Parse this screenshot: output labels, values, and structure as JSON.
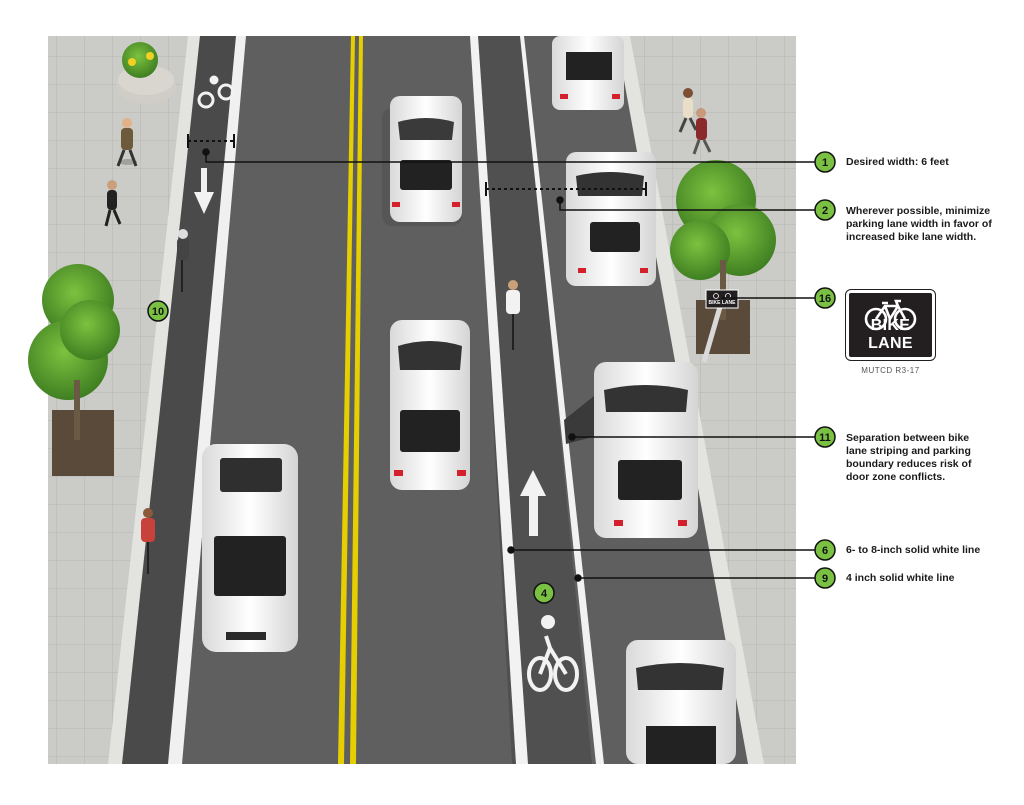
{
  "colors": {
    "callout_green": "#7ac143",
    "asphalt": "#5e5e5e",
    "bike_lane_surface": "#4e4e4e",
    "sidewalk": "#c9c9c6",
    "center_line": "#e8d100",
    "lane_line": "#f2f2f2",
    "sign_background": "#231f20"
  },
  "callouts": [
    {
      "number": "1",
      "text": "Desired width: 6 feet"
    },
    {
      "number": "2",
      "text": "Wherever possible, minimize parking lane width in favor of increased bike lane width."
    },
    {
      "number": "16",
      "text": ""
    },
    {
      "number": "11",
      "text": "Separation between bike lane striping and parking boundary reduces risk of door zone conflicts."
    },
    {
      "number": "6",
      "text": "6- to 8-inch solid white line"
    },
    {
      "number": "9",
      "text": "4 inch solid white line"
    },
    {
      "number": "10",
      "text": ""
    },
    {
      "number": "4",
      "text": ""
    }
  ],
  "sign": {
    "text": "BIKE LANE",
    "caption": "MUTCD R3-17",
    "icon": "bicycle-icon"
  },
  "roadway_icons": {
    "bike_symbol": "bicycle-rider-icon",
    "direction_arrow": "arrow-icon"
  },
  "mini_sign_text": "BIKE LANE"
}
